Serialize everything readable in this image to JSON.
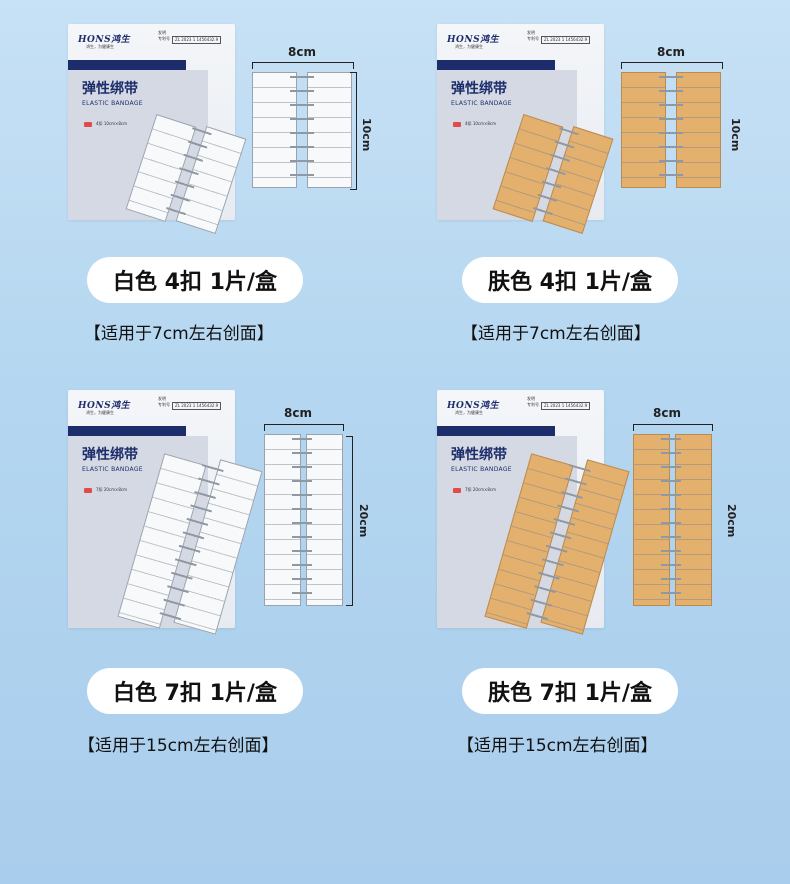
{
  "package": {
    "brand": "HONS鸿生",
    "tagline": "鸿生，为健康生",
    "patent_label_1": "发明",
    "patent_label_2": "专利号",
    "patent_number": "ZL 2023 1 1456432.9",
    "title": "弹性绑带",
    "subtitle": "ELASTIC BANDAGE"
  },
  "products": [
    {
      "id": "white-4",
      "package_size": "10cm×8cm",
      "package_count": "4扣",
      "width_label": "8cm",
      "length_label": "10cm",
      "pill_label": "白色 4扣 1片/盒",
      "note": "【适用于7cm左右创面】"
    },
    {
      "id": "skin-4",
      "package_size": "10cm×8cm",
      "package_count": "4扣",
      "width_label": "8cm",
      "length_label": "10cm",
      "pill_label": "肤色 4扣 1片/盒",
      "note": "【适用于7cm左右创面】"
    },
    {
      "id": "white-7",
      "package_size": "20cm×8cm",
      "package_count": "7扣",
      "width_label": "8cm",
      "length_label": "20cm",
      "pill_label": "白色 7扣 1片/盒",
      "note": "【适用于15cm左右创面】"
    },
    {
      "id": "skin-7",
      "package_size": "20cm×8cm",
      "package_count": "7扣",
      "width_label": "8cm",
      "length_label": "20cm",
      "pill_label": "肤色 7扣 1片/盒",
      "note": "【适用于15cm左右创面】"
    }
  ],
  "colors": {
    "brand_navy": "#1d2d6b",
    "white_strip": "#f8f9fa",
    "skin_strip": "#e4b06e",
    "background": "#b4d6f0"
  }
}
